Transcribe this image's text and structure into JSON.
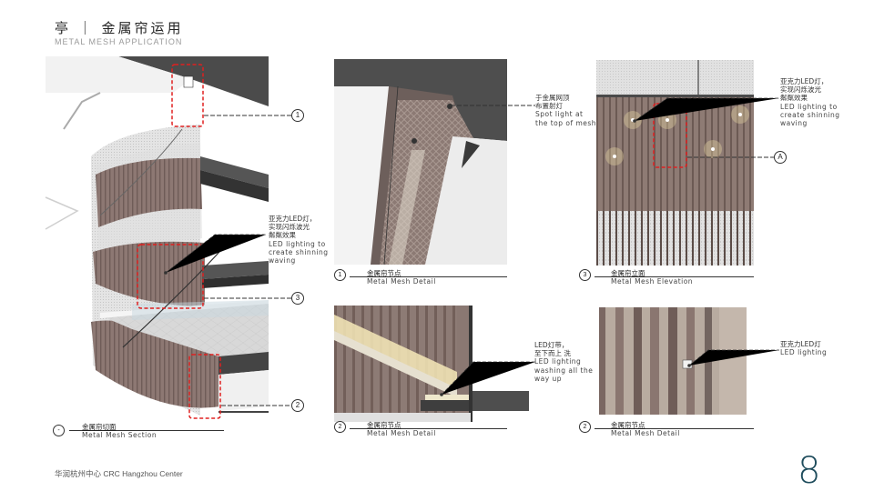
{
  "header": {
    "title": "亭 ｜ 金属帘运用",
    "subtitle": "METAL MESH APPLICATION"
  },
  "footer": {
    "company": "华润杭州中心 CRC Hangzhou Center",
    "page_number": "8"
  },
  "callouts": {
    "c1": "1",
    "c2": "2",
    "c3": "3",
    "cA": "A"
  },
  "notes": {
    "n1": {
      "cn1": "亚克力LED灯，",
      "cn2": "实现闪烁波光",
      "cn3": "粼粼效果",
      "en1": "LED lighting to",
      "en2": "create shinning",
      "en3": "waving"
    },
    "n2": {
      "cn1": "于金属网顶",
      "cn2": "布置射灯",
      "en1": "Spot light at",
      "en2": "the top of mesh"
    },
    "n3": {
      "cn1": "亚克力LED灯，",
      "cn2": "实现闪烁波光",
      "cn3": "粼粼效果",
      "en1": "LED lighting to",
      "en2": "create shinning",
      "en3": "waving"
    },
    "n4": {
      "cn1": "LED灯带，",
      "cn2": "至下而上 洗",
      "en1": "LED lighting",
      "en2": "washing all the",
      "en3": "way up"
    },
    "n5": {
      "cn1": "亚克力LED灯",
      "en1": "LED lighting"
    }
  },
  "captions": {
    "section": {
      "num": "-",
      "cn": "金属帘切面",
      "en": "Metal Mesh Section"
    },
    "detail1": {
      "num": "1",
      "cn": "金属帘节点",
      "en": "Metal Mesh Detail"
    },
    "elevation": {
      "num": "3",
      "cn": "金属帘立面",
      "en": "Metal Mesh Elevation"
    },
    "detail2": {
      "num": "2",
      "cn": "金属帘节点",
      "en": "Metal Mesh Detail"
    },
    "detail3": {
      "num": "2",
      "cn": "金属帘节点",
      "en": "Metal Mesh Detail"
    }
  },
  "colors": {
    "accent": "#1e4c5c",
    "highlight_box": "#e02020",
    "mesh": "#8a7470",
    "dark_steel": "#4a4a4a"
  }
}
